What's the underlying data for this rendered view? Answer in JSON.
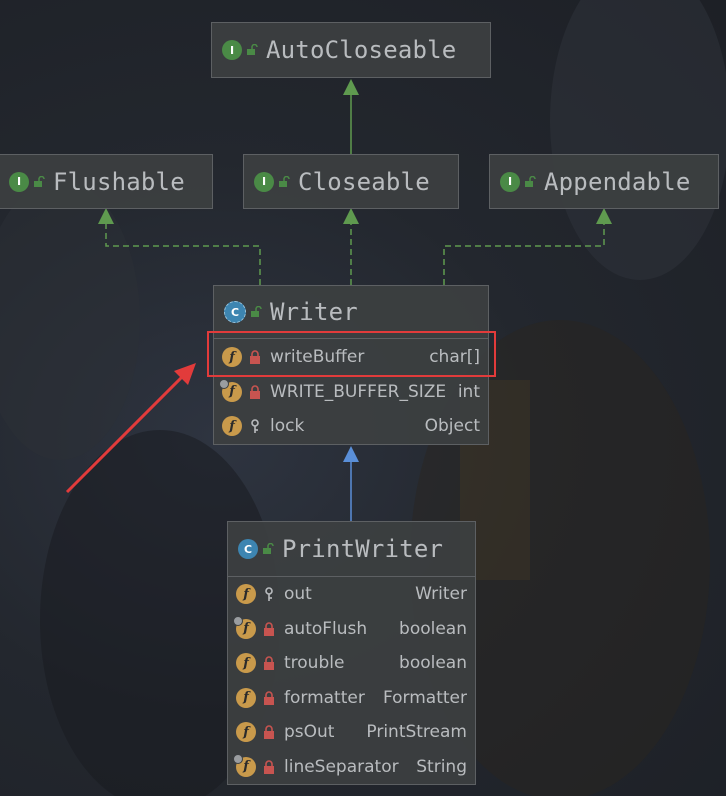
{
  "diagram": {
    "nodes": {
      "autocloseable": {
        "kind": "I",
        "name": "AutoCloseable"
      },
      "flushable": {
        "kind": "I",
        "name": "Flushable"
      },
      "closeable": {
        "kind": "I",
        "name": "Closeable"
      },
      "appendable": {
        "kind": "I",
        "name": "Appendable"
      },
      "writer": {
        "kind": "C",
        "name": "Writer",
        "fields": [
          {
            "icon": "f",
            "name": "writeBuffer",
            "type": "char[]"
          },
          {
            "icon": "f",
            "name": "WRITE_BUFFER_SIZE",
            "type": "int"
          },
          {
            "icon": "f",
            "name": "lock",
            "type": "Object"
          }
        ]
      },
      "printwriter": {
        "kind": "C",
        "name": "PrintWriter",
        "fields": [
          {
            "icon": "f",
            "name": "out",
            "type": "Writer"
          },
          {
            "icon": "f",
            "name": "autoFlush",
            "type": "boolean"
          },
          {
            "icon": "f",
            "name": "trouble",
            "type": "boolean"
          },
          {
            "icon": "f",
            "name": "formatter",
            "type": "Formatter"
          },
          {
            "icon": "f",
            "name": "psOut",
            "type": "PrintStream"
          },
          {
            "icon": "f",
            "name": "lineSeparator",
            "type": "String"
          }
        ]
      }
    },
    "edges": [
      {
        "from": "closeable",
        "to": "autocloseable",
        "kind": "extends"
      },
      {
        "from": "writer",
        "to": "flushable",
        "kind": "implements"
      },
      {
        "from": "writer",
        "to": "closeable",
        "kind": "implements"
      },
      {
        "from": "writer",
        "to": "appendable",
        "kind": "implements"
      },
      {
        "from": "printwriter",
        "to": "writer",
        "kind": "extends"
      }
    ],
    "colors": {
      "interface_edge": "#5f9a4f",
      "class_edge": "#5a8fd8",
      "highlight": "#e23b3b",
      "field_icon": "#c99a4b",
      "interface_icon": "#4a8a46",
      "class_icon": "#3d85b1"
    },
    "annotation": {
      "highlighted_field": "writeBuffer",
      "pointer": "red-arrow"
    }
  }
}
